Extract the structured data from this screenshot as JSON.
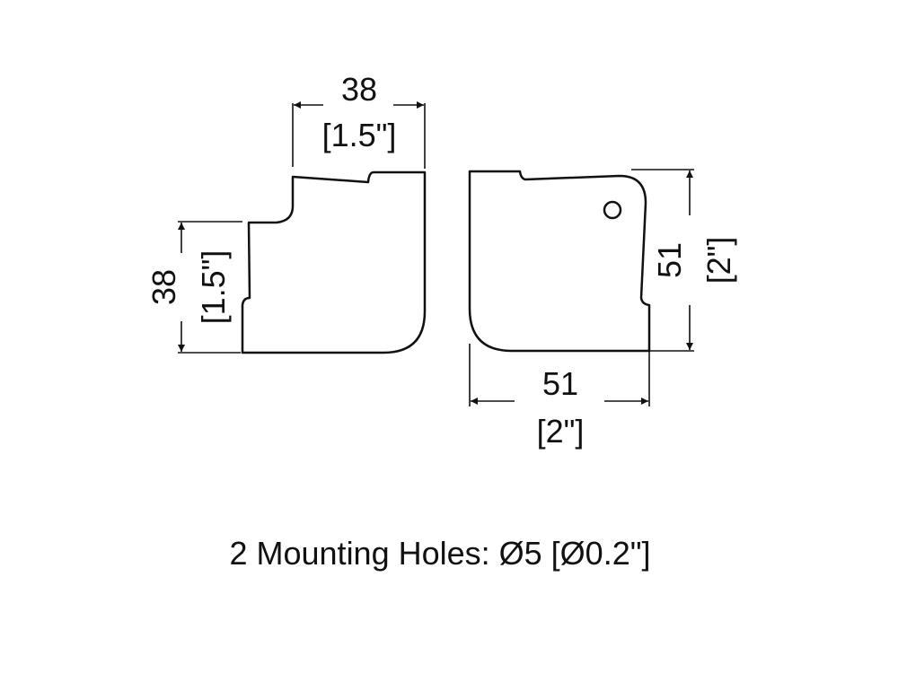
{
  "left_part": {
    "width_dim": {
      "mm": "38",
      "inch": "[1.5\"]"
    },
    "height_dim": {
      "mm": "38",
      "inch": "[1.5\"]"
    }
  },
  "right_part": {
    "height_dim": {
      "mm": "51",
      "inch": "[2\"]"
    },
    "width_dim": {
      "mm": "51",
      "inch": "[2\"]"
    }
  },
  "caption": "2 Mounting Holes: Ø5 [Ø0.2\"]",
  "colors": {
    "line": "#111111",
    "background": "#ffffff"
  }
}
